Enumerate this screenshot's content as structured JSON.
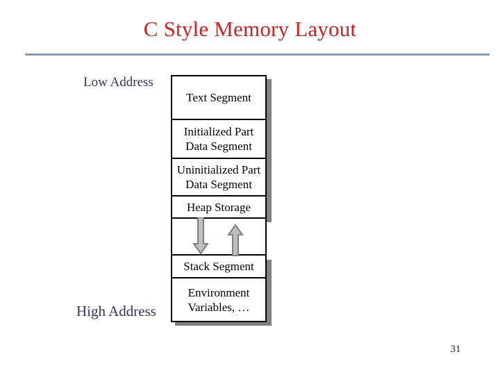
{
  "slide": {
    "title": "C Style Memory Layout",
    "page_number": "31",
    "rule_color": "#7d9fb8",
    "title_color": "#CC2222",
    "label_color": "#333366",
    "shadow_color": "#808080",
    "arrow_fill": "#bfbfbf",
    "arrow_stroke": "#808080"
  },
  "labels": {
    "low_address": "Low Address",
    "high_address": "High Address"
  },
  "memory_layout": {
    "blocks": [
      {
        "id": "text",
        "line1": "Text Segment",
        "line2": ""
      },
      {
        "id": "initialized",
        "line1": "Initialized Part",
        "line2": "Data Segment"
      },
      {
        "id": "uninit",
        "line1": "Uninitialized Part",
        "line2": "Data Segment"
      },
      {
        "id": "heap",
        "line1": "Heap Storage",
        "line2": ""
      },
      {
        "id": "stack",
        "line1": "Stack Segment",
        "line2": ""
      },
      {
        "id": "env",
        "line1": "Environment",
        "line2": "Variables, …"
      }
    ],
    "arrows": [
      {
        "id": "heap-growth-down",
        "direction": "down"
      },
      {
        "id": "stack-growth-up",
        "direction": "up"
      }
    ]
  }
}
